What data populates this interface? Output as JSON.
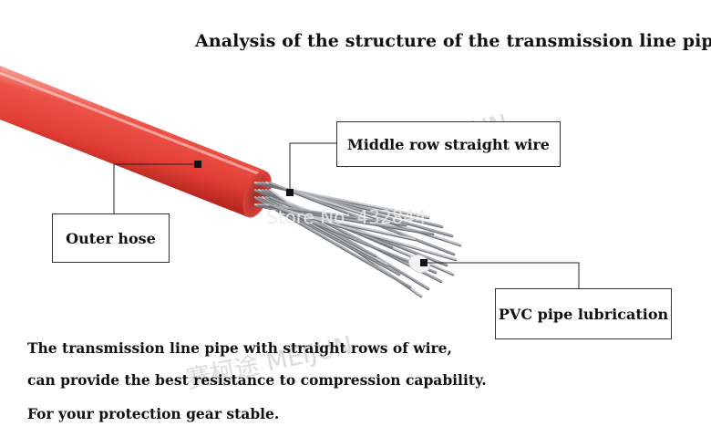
{
  "title": "Analysis of the structure of the transmission line pipe",
  "labels": {
    "middle_wire": "Middle row straight wire",
    "outer_hose": "Outer hose",
    "pvc_pipe": "PVC pipe lubrication"
  },
  "description": [
    "The transmission line pipe with straight rows of wire,",
    "can provide the best resistance to compression capability.",
    "For your protection gear stable."
  ],
  "watermarks": {
    "top": "赛柯途 MEIJUN",
    "store": "Store No: 432844",
    "bottom": "赛柯途 MEIJUN"
  },
  "colors": {
    "hose": "#e8453c",
    "wire": "#a4a7ab",
    "pvc": "#f2f2f2"
  }
}
